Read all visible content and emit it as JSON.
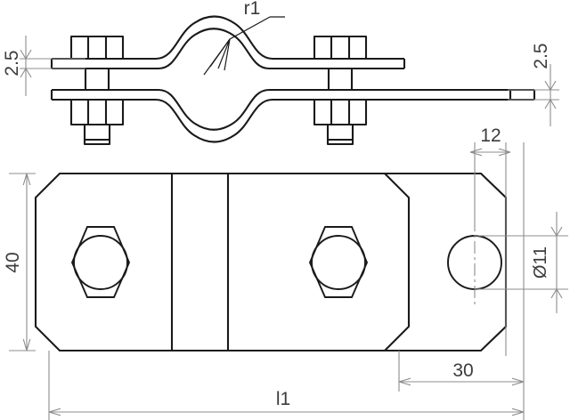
{
  "drawing": {
    "title": "pipe-clamp-technical-drawing",
    "line_color": "#1a1a1a",
    "dimension_color": "#8c8c8c",
    "dimension_text_color": "#3c3c3c",
    "background_color": "#ffffff",
    "views": {
      "top": "side-elevation-view",
      "bottom": "plan-view-of-flat-plate"
    }
  },
  "dimensions": {
    "radius_label": "r1",
    "thickness_left": "2.5",
    "thickness_right": "2.5",
    "edge_offset": "12",
    "hole_diameter": "Ø11",
    "plate_height": "40",
    "hole_center_offset": "30",
    "overall_length": "l1"
  }
}
